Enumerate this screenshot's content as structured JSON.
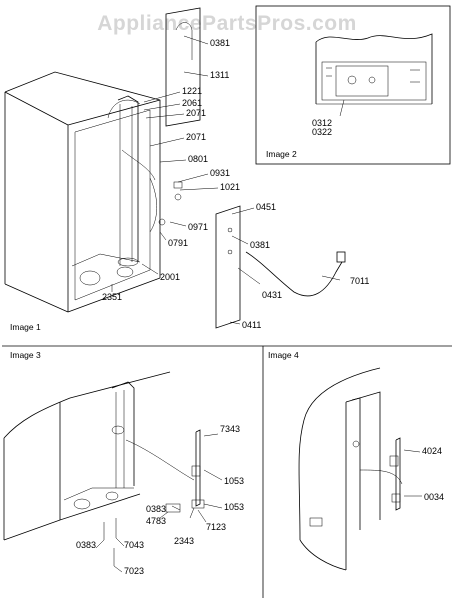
{
  "watermark": "AppliancePartsPros.com",
  "panels": {
    "image1": "Image 1",
    "image2": "Image 2",
    "image3": "Image 3",
    "image4": "Image 4"
  },
  "image1_parts": [
    "0381",
    "1311",
    "1221",
    "2061",
    "2071",
    "2071",
    "0801",
    "0931",
    "1021",
    "0451",
    "0381",
    "0971",
    "0791",
    "2001",
    "2351",
    "0431",
    "7011",
    "0411"
  ],
  "image2_parts": [
    "0312",
    "0322"
  ],
  "image3_parts": [
    "7343",
    "1053",
    "0383",
    "4783",
    "1053",
    "7123",
    "2343",
    "0383",
    "7043",
    "7023"
  ],
  "image4_parts": [
    "4024",
    "0034"
  ]
}
